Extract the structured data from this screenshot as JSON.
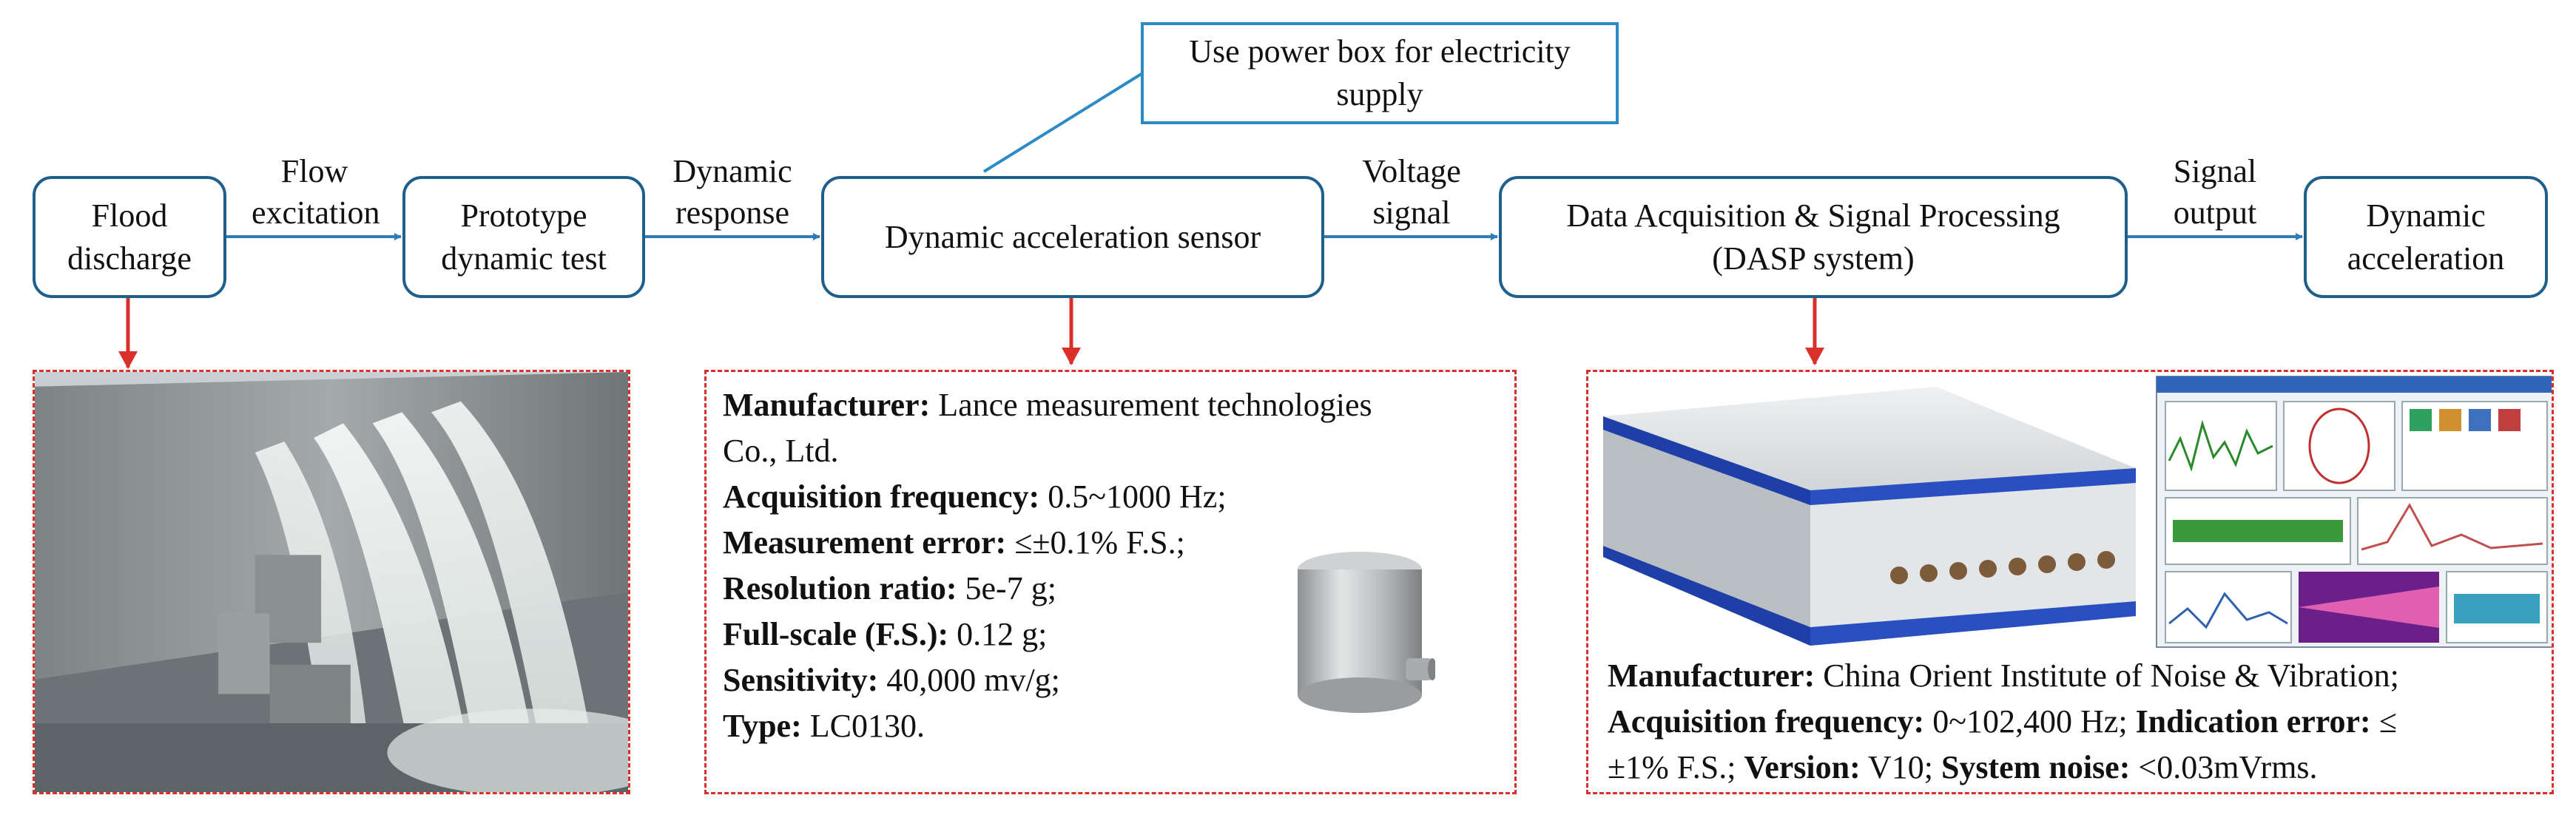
{
  "nodes": {
    "flood": "Flood\ndischarge",
    "prototype": "Prototype\ndynamic test",
    "sensor": "Dynamic acceleration sensor",
    "dasp": "Data Acquisition & Signal Processing\n(DASP system)",
    "output": "Dynamic\nacceleration"
  },
  "note": "Use power box for electricity\nsupply",
  "edge_labels": {
    "flow": "Flow\nexcitation",
    "response": "Dynamic\nresponse",
    "voltage": "Voltage\nsignal",
    "signal": "Signal\noutput"
  },
  "sensor_spec": {
    "manufacturer_label": "Manufacturer:",
    "manufacturer_value": " Lance measurement technologies",
    "manufacturer_cont": "Co., Ltd.",
    "acq_label": "Acquisition frequency:",
    "acq_value": " 0.5~1000 Hz;",
    "err_label": "Measurement error:",
    "err_value": " ≤±0.1% F.S.;",
    "res_label": "Resolution ratio:",
    "res_value": " 5e-7 g;",
    "fs_label": "Full-scale (F.S.):",
    "fs_value": " 0.12 g;",
    "sens_label": "Sensitivity:",
    "sens_value": " 40,000 mv/g;",
    "type_label": "Type:",
    "type_value": " LC0130."
  },
  "dasp_spec": {
    "manufacturer_label": "Manufacturer:",
    "manufacturer_value": " China Orient Institute of Noise & Vibration;",
    "acq_label": "Acquisition frequency:",
    "acq_value": " 0~102,400 Hz; ",
    "ind_label": "Indication error:",
    "ind_value": " ≤",
    "ind_cont": "±1% F.S.; ",
    "ver_label": "Version:",
    "ver_value": " V10; ",
    "noise_label": "System noise:",
    "noise_value": " <0.03mVrms."
  },
  "colors": {
    "node_border": "#1f5f8c",
    "note_border": "#2a8bc6",
    "arrow_blue": "#2e7db8",
    "arrow_red": "#d9302c",
    "panel_dash": "#d9302c"
  }
}
